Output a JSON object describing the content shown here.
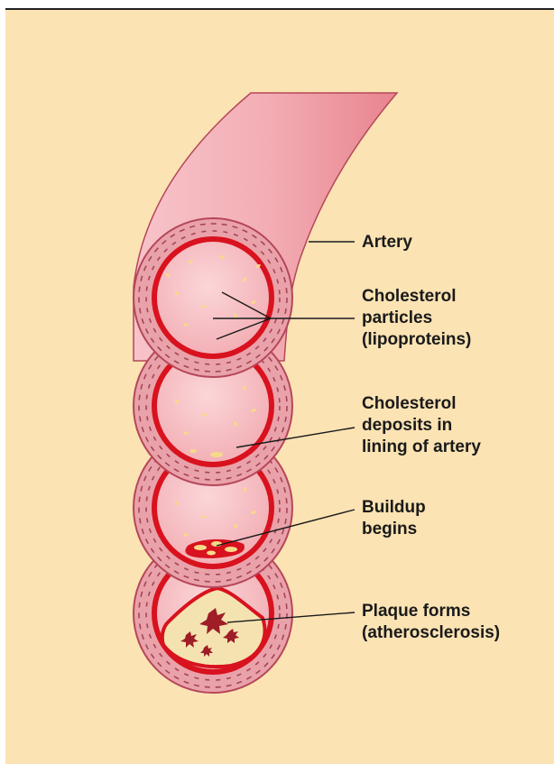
{
  "diagram": {
    "labels": {
      "artery": "Artery",
      "particles": "Cholesterol\nparticles\n(lipoproteins)",
      "deposits": "Cholesterol\ndeposits in\nlining of artery",
      "buildup": "Buildup\nbegins",
      "plaque": "Plaque forms\n(atherosclerosis)"
    },
    "colors": {
      "background": "#fbe3b3",
      "artery_wall": "#e9a0a8",
      "lining": "#d8121e",
      "lumen": "#f6c8cc",
      "particle": "#f7d98a",
      "plaque": "#f4e3b0",
      "plaque_core": "#b8202a"
    }
  }
}
